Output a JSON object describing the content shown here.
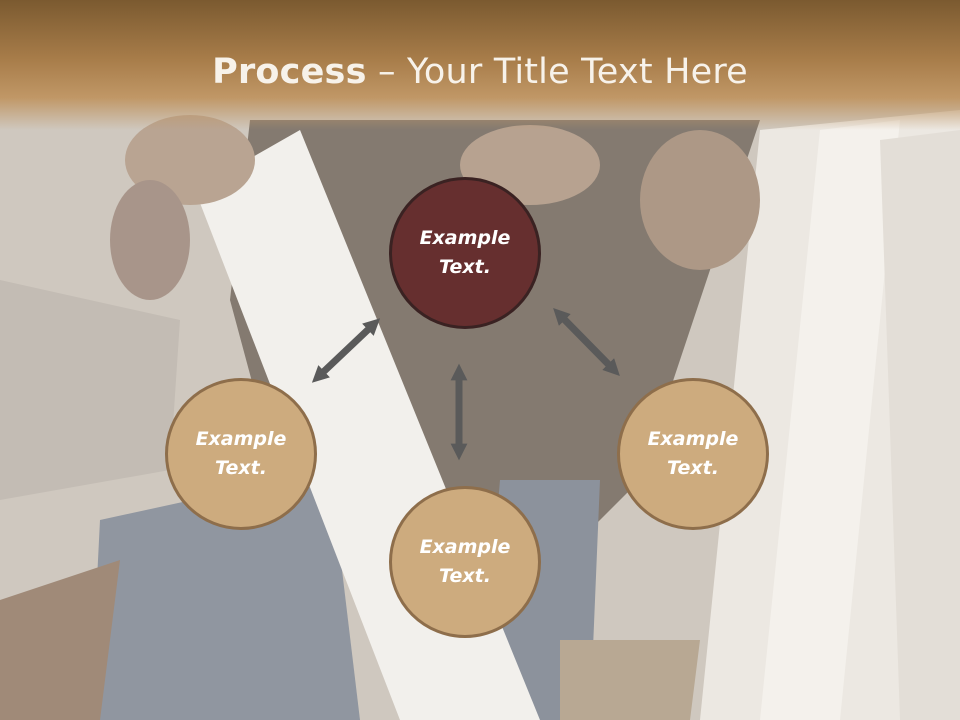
{
  "slide": {
    "title_bold": "Process",
    "title_rest": " – Your Title Text Here"
  },
  "diagram": {
    "nodes": [
      {
        "id": "top",
        "line1": "Example",
        "line2": "Text."
      },
      {
        "id": "left",
        "line1": "Example",
        "line2": "Text."
      },
      {
        "id": "right",
        "line1": "Example",
        "line2": "Text."
      },
      {
        "id": "bottom",
        "line1": "Example",
        "line2": "Text."
      }
    ]
  },
  "colors": {
    "header": "#a77c49",
    "accent_node": "#662f2f",
    "node": "#cdab7e",
    "arrow": "#5a5a5a"
  }
}
